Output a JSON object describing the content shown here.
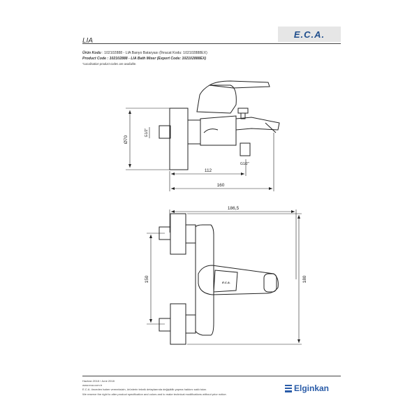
{
  "header": {
    "logo_text": "E.C.A.",
    "product_title": "LIA"
  },
  "info": {
    "tr_label": "Ürün Kodu",
    "tr_value": ": 102102888 - LIA Banyo Bataryası (İhracat Kodu: 102102888EX)",
    "en_label": "Product Code",
    "en_value": ": 102102888 - LIA Bath Mixer (Export Code: 102102888EX)",
    "note": "*Localisation product codes are available."
  },
  "drawing": {
    "dim_diameter_70": "Ø70",
    "dim_thread_top": "G1/2\"",
    "dim_thread_bottom": "G1/2\"",
    "dim_112": "112",
    "dim_160": "160",
    "dim_186_5": "186,5",
    "dim_150": "150",
    "dim_180": "180",
    "lever_logo": "E.C.A."
  },
  "footer": {
    "date": "Haziran 2018 / June 2018",
    "website": "www.eca.com.tr",
    "disclaimer_tr": "E.C.A. önceden haber vermeksizin, ürünlerin teknik detaylarında değişiklik yapma hakkını saklı tutar.",
    "disclaimer_en": "We reserve the right to alter product specification and colors and to make technical modifications without prior notice.",
    "brand": "Elginkan"
  }
}
